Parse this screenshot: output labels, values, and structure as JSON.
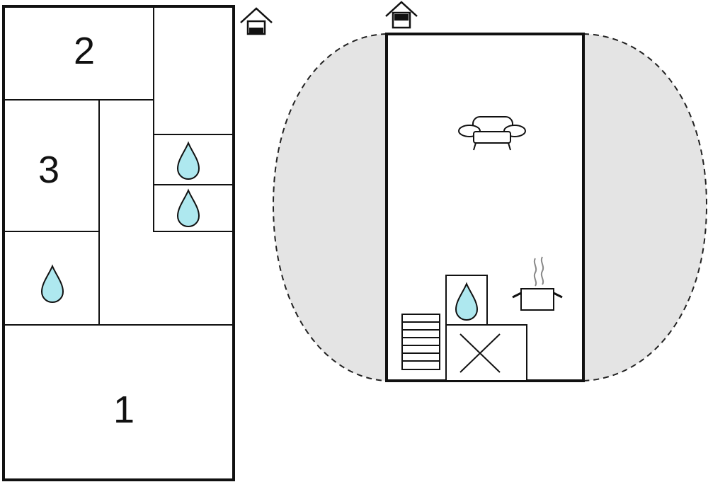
{
  "floor_plan": {
    "left_floor": {
      "rooms": [
        {
          "id": "room-1",
          "label": "1"
        },
        {
          "id": "room-2",
          "label": "2"
        },
        {
          "id": "room-3",
          "label": "3"
        }
      ],
      "icons": [
        "entrance-house-icon",
        "water-drop-icon",
        "water-drop-icon",
        "water-drop-icon"
      ]
    },
    "right_floor": {
      "icons": [
        "entrance-house-icon",
        "sofa-icon",
        "cooking-pot-icon",
        "water-drop-icon",
        "stairs-icon",
        "stove-icon"
      ],
      "surrounding_area": "terrace-outdoor-area"
    },
    "colors": {
      "wall": "#111111",
      "water_drop": "#aee8ef",
      "terrace": "#e4e4e4",
      "background": "#ffffff"
    }
  }
}
